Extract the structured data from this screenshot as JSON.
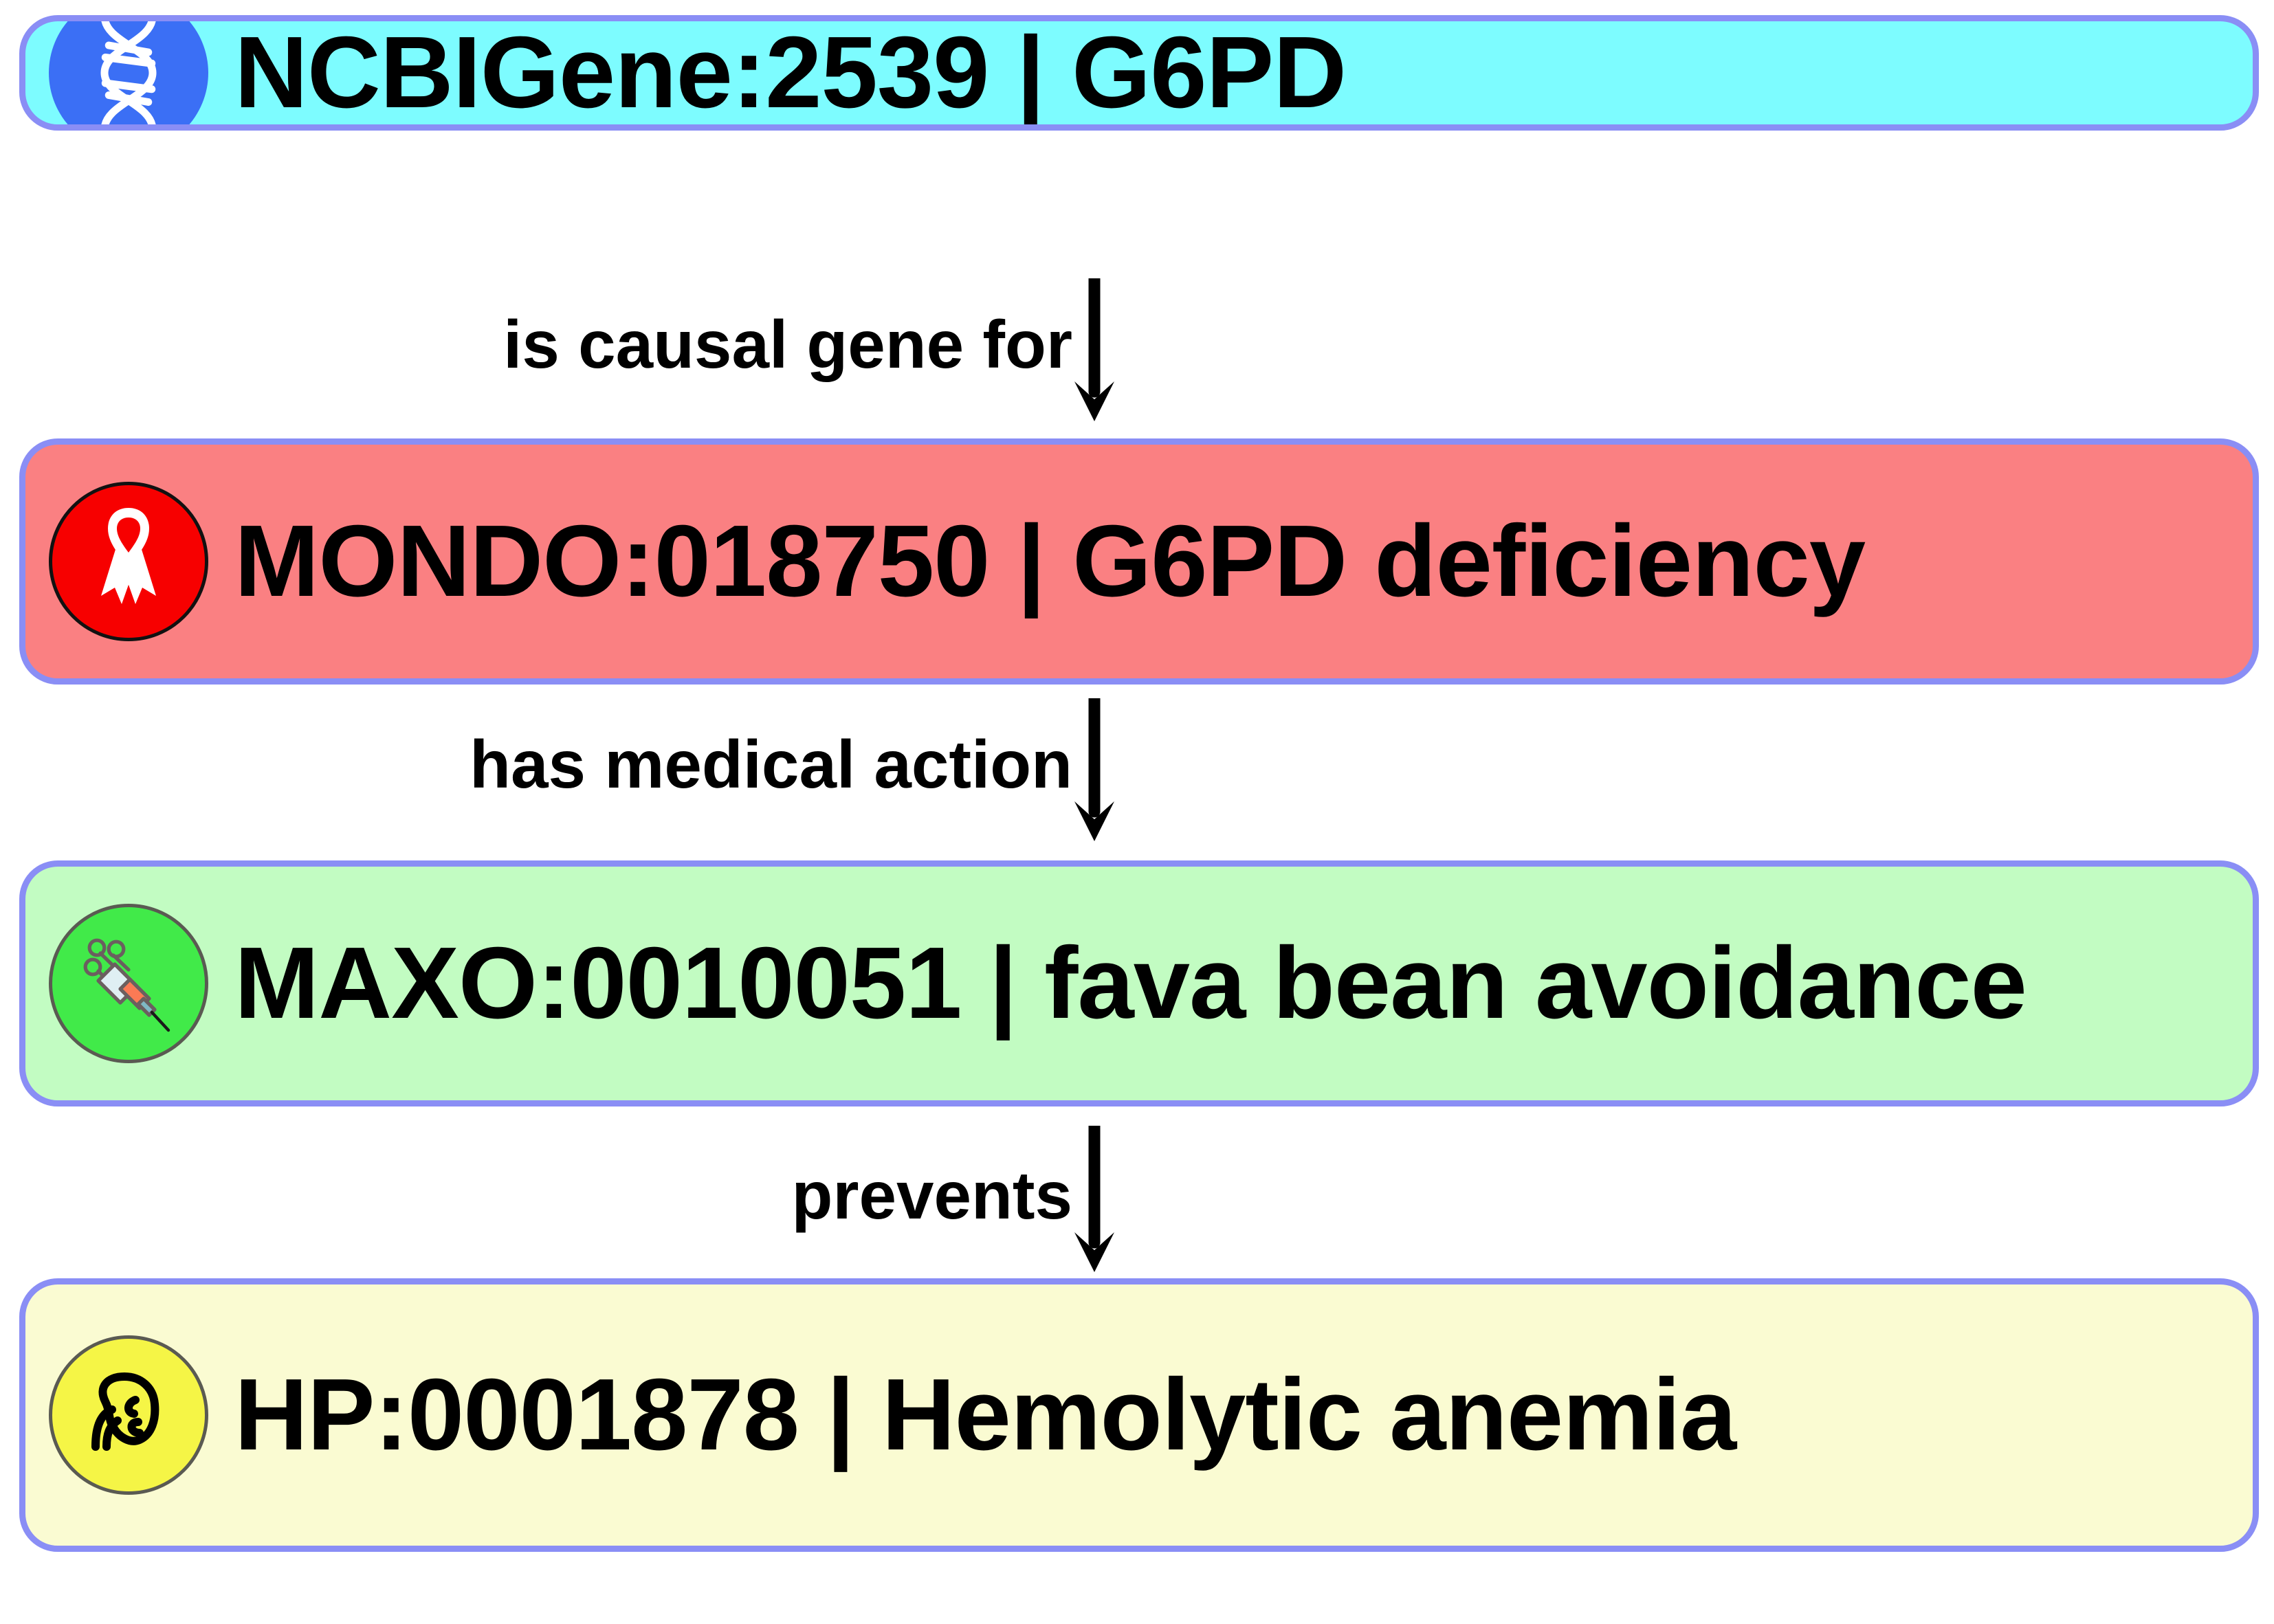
{
  "diagram": {
    "type": "directed-graph",
    "orientation": "top-to-bottom",
    "background_color": "#ffffff",
    "node_border_color": "#8a8ef5",
    "arrow_color": "#000000",
    "nodes": [
      {
        "id": "NCBIGene:2539",
        "label": "NCBIGene:2539 | G6PD",
        "curie": "NCBIGene:2539",
        "name": "G6PD",
        "category": "gene",
        "icon": "dna-icon",
        "fill_color": "#7dfcff",
        "icon_color": "#3b6ff5"
      },
      {
        "id": "MONDO:018750",
        "label": "MONDO:018750 | G6PD deficiency",
        "curie": "MONDO:018750",
        "name": "G6PD deficiency",
        "category": "disease",
        "icon": "awareness-ribbon-icon",
        "fill_color": "#fa8082",
        "icon_color": "#f70000"
      },
      {
        "id": "MAXO:0010051",
        "label": "MAXO:0010051 | fava bean avoidance",
        "curie": "MAXO:0010051",
        "name": "fava bean avoidance",
        "category": "medical-action",
        "icon": "syringe-icon",
        "fill_color": "#c2fcc2",
        "icon_color": "#41ea49"
      },
      {
        "id": "HP:0001878",
        "label": "HP:0001878 | Hemolytic anemia",
        "curie": "HP:0001878",
        "name": "Hemolytic anemia",
        "category": "phenotype",
        "icon": "kidney-organ-icon",
        "fill_color": "#fafbd2",
        "icon_color": "#f5f546"
      }
    ],
    "edges": [
      {
        "source": "NCBIGene:2539",
        "target": "MONDO:018750",
        "label": "is causal gene for"
      },
      {
        "source": "MONDO:018750",
        "target": "MAXO:0010051",
        "label": "has medical action"
      },
      {
        "source": "MAXO:0010051",
        "target": "HP:0001878",
        "label": "prevents"
      }
    ]
  }
}
